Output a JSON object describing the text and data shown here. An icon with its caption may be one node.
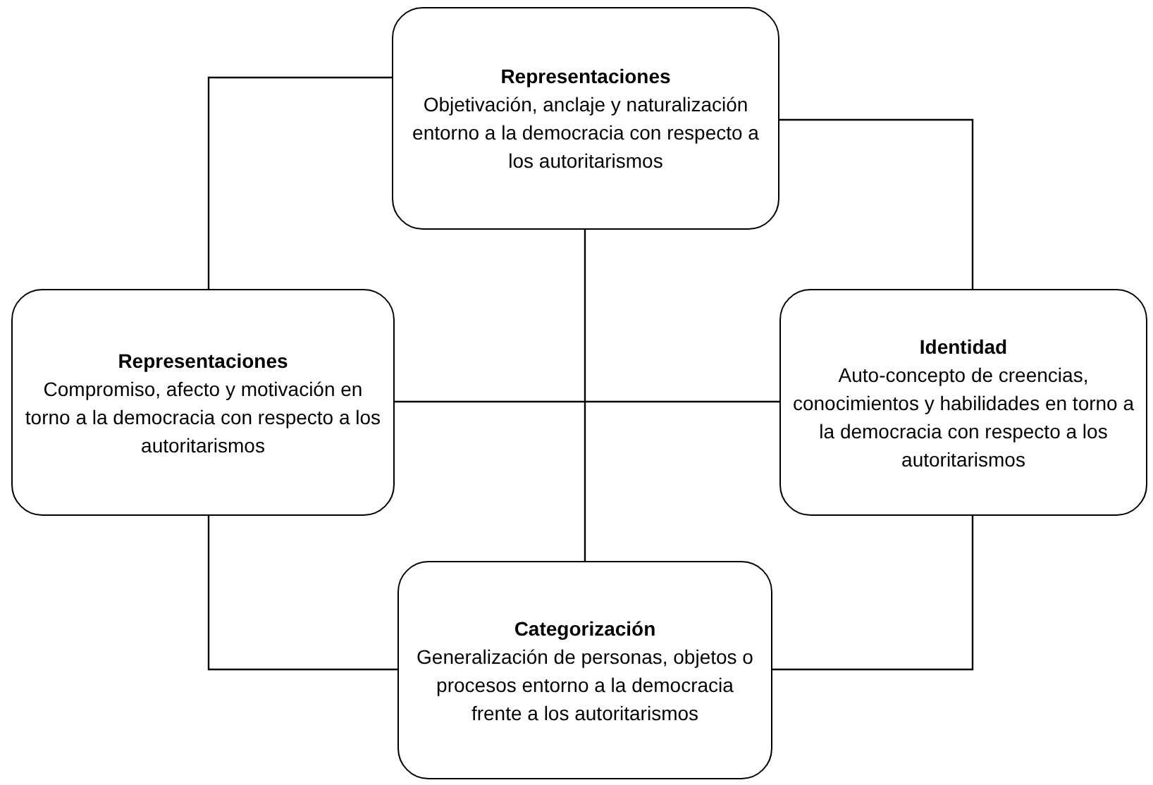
{
  "diagram": {
    "nodes": [
      {
        "text": [
          "Representaciones",
          "Objetivación, anclaje y naturalización entorno a la democracia con respecto a los autoritarismos"
        ]
      },
      {
        "text": [
          "Representaciones",
          "Compromiso, afecto y motivación en torno a la democracia con respecto a los autoritarismos"
        ]
      },
      {
        "text": [
          "Identidad",
          "Auto-concepto de creencias, conocimientos y habilidades en torno a la democracia con respecto a los autoritarismos"
        ]
      },
      {
        "text": [
          "Categorización",
          "Generalización de personas, objetos o procesos entorno a la democracia frente a los autoritarismos"
        ]
      }
    ],
    "edges": [
      {
        "from": 0,
        "to": 1,
        "arrow": "none"
      },
      {
        "from": 0,
        "to": 2,
        "arrow": "none"
      },
      {
        "from": 1,
        "to": 3,
        "arrow": "none"
      },
      {
        "from": 2,
        "to": 3,
        "arrow": "none"
      },
      {
        "from": 0,
        "to": 3,
        "arrow": "none"
      },
      {
        "from": 1,
        "to": 2,
        "arrow": "none"
      }
    ]
  }
}
